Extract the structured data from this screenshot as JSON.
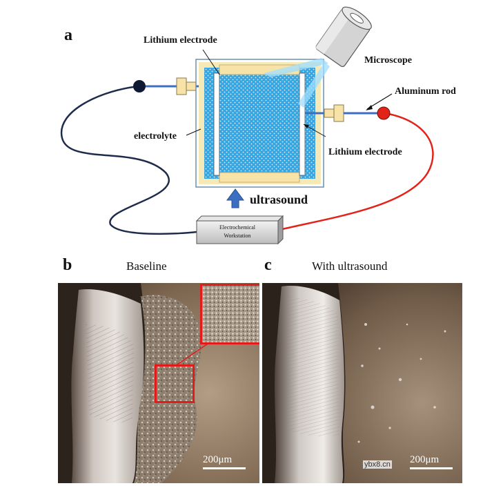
{
  "panel_a": {
    "letter": "a",
    "lithium_electrode_top": "Lithium electrode",
    "microscope": "Microscope",
    "aluminum_rod": "Aluminum rod",
    "electrolyte": "electrolyte",
    "lithium_electrode_right": "Lithium electrode",
    "ultrasound": "ultrasound",
    "workstation_line1": "Electrochemical",
    "workstation_line2": "Workstation"
  },
  "panel_b": {
    "letter": "b",
    "title": "Baseline",
    "scale": "200μm"
  },
  "panel_c": {
    "letter": "c",
    "title": "With ultrasound",
    "scale": "200μm"
  },
  "watermark": "ybx8.cn",
  "colors": {
    "cell_blue": "#3aa6e0",
    "electrolyte_frame": "#f6e9b8",
    "wire_dark": "#1e2b4a",
    "wire_red": "#e2231a",
    "zoom_box": "#e31b1b",
    "arrow_blue": "#3d6fc0"
  }
}
